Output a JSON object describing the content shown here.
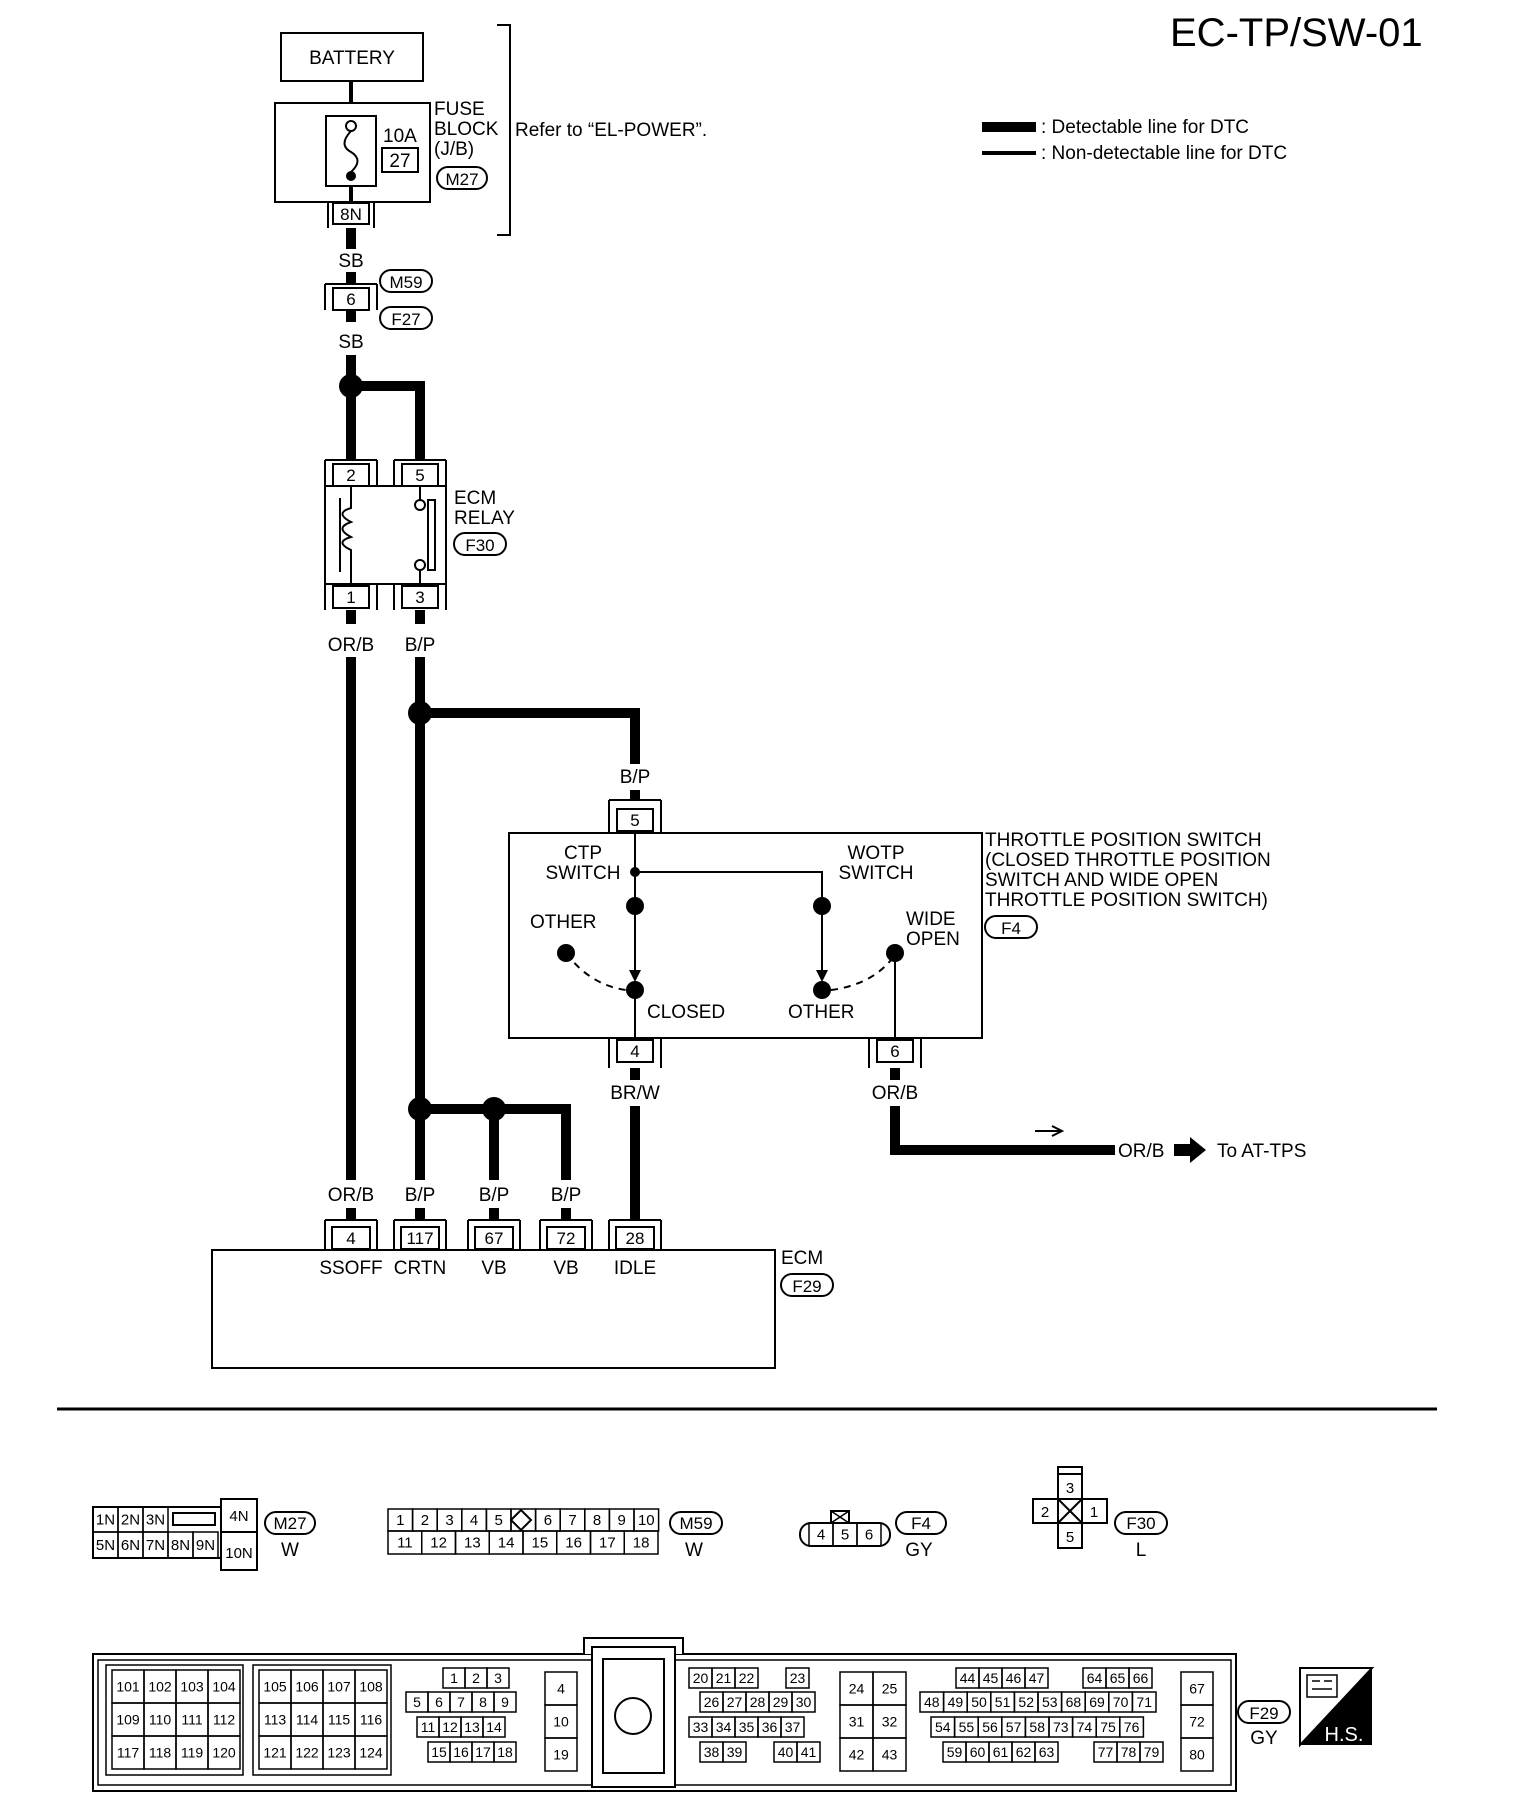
{
  "header": {
    "title": "EC-TP/SW-01"
  },
  "legend": {
    "detectable": ": Detectable line for DTC",
    "non_detectable": ": Non-detectable line for DTC"
  },
  "power": {
    "battery": "BATTERY",
    "fuse_amp": "10A",
    "fuse_no": "27",
    "fuse_block_1": "FUSE",
    "fuse_block_2": "BLOCK",
    "fuse_block_3": "(J/B)",
    "fuse_conn": "M27",
    "fuse_term": "8N",
    "refer": "Refer to “EL-POWER”."
  },
  "joint": {
    "wire_top": "SB",
    "wire_bottom": "SB",
    "terminal": "6",
    "conn_a": "M59",
    "conn_b": "F27"
  },
  "relay": {
    "name_1": "ECM",
    "name_2": "RELAY",
    "conn": "F30",
    "t2": "2",
    "t5": "5",
    "t1": "1",
    "t3": "3",
    "w1": "OR/B",
    "w3": "B/P"
  },
  "tps": {
    "wire_in": "B/P",
    "t5": "5",
    "t4": "4",
    "t6": "6",
    "ctp_1": "CTP",
    "ctp_2": "SWITCH",
    "wotp_1": "WOTP",
    "wotp_2": "SWITCH",
    "other_1": "OTHER",
    "closed": "CLOSED",
    "other_2": "OTHER",
    "wide_1": "WIDE",
    "wide_2": "OPEN",
    "name_1": "THROTTLE POSITION SWITCH",
    "name_2": "(CLOSED THROTTLE POSITION",
    "name_3": "SWITCH AND WIDE OPEN",
    "name_4": "THROTTLE POSITION SWITCH)",
    "conn": "F4",
    "w4": "BR/W",
    "w6": "OR/B",
    "out_wire": "OR/B",
    "out_label": "To AT-TPS"
  },
  "ecm": {
    "name": "ECM",
    "conn": "F29",
    "pins": [
      {
        "wire": "OR/B",
        "term": "4",
        "func": "SSOFF"
      },
      {
        "wire": "B/P",
        "term": "117",
        "func": "CRTN"
      },
      {
        "wire": "B/P",
        "term": "67",
        "func": "VB"
      },
      {
        "wire": "B/P",
        "term": "72",
        "func": "VB"
      },
      {
        "wire": "",
        "term": "28",
        "func": "IDLE"
      }
    ]
  },
  "connectors": {
    "m27": {
      "id": "M27",
      "color": "W",
      "row1": [
        "1N",
        "2N",
        "3N"
      ],
      "row2": [
        "5N",
        "6N",
        "7N",
        "8N",
        "9N"
      ],
      "side_top": "4N",
      "side_bottom": "10N"
    },
    "m59": {
      "id": "M59",
      "color": "W",
      "row1": [
        "1",
        "2",
        "3",
        "4",
        "5",
        "",
        "6",
        "7",
        "8",
        "9",
        "10"
      ],
      "row2": [
        "11",
        "12",
        "13",
        "14",
        "15",
        "16",
        "17",
        "18"
      ]
    },
    "f4": {
      "id": "F4",
      "color": "GY",
      "pins": [
        "4",
        "5",
        "6"
      ]
    },
    "f30": {
      "id": "F30",
      "color": "L",
      "top": "3",
      "left": "2",
      "right": "1",
      "bottom": "5"
    },
    "f29": {
      "id": "F29",
      "color": "GY",
      "hs": "H.S.",
      "g1": [
        "101",
        "102",
        "103",
        "104",
        "109",
        "110",
        "111",
        "112",
        "117",
        "118",
        "119",
        "120"
      ],
      "g2": [
        "105",
        "106",
        "107",
        "108",
        "113",
        "114",
        "115",
        "116",
        "121",
        "122",
        "123",
        "124"
      ],
      "g3": [
        "1",
        "2",
        "3",
        "5",
        "6",
        "7",
        "8",
        "9",
        "11",
        "12",
        "13",
        "14",
        "15",
        "16",
        "17",
        "18"
      ],
      "g4": [
        "4",
        "10",
        "19"
      ],
      "g5": [
        "20",
        "21",
        "22",
        "23",
        "26",
        "27",
        "28",
        "29",
        "30",
        "33",
        "34",
        "35",
        "36",
        "37",
        "38",
        "39",
        "40",
        "41"
      ],
      "g6": [
        "24",
        "25",
        "31",
        "32",
        "42",
        "43"
      ],
      "g7": [
        "44",
        "45",
        "46",
        "47",
        "64",
        "65",
        "66",
        "48",
        "49",
        "50",
        "51",
        "52",
        "53",
        "68",
        "69",
        "70",
        "71",
        "54",
        "55",
        "56",
        "57",
        "58",
        "73",
        "74",
        "75",
        "76",
        "59",
        "60",
        "61",
        "62",
        "63",
        "77",
        "78",
        "79"
      ],
      "g8": [
        "67",
        "72",
        "80"
      ]
    }
  }
}
